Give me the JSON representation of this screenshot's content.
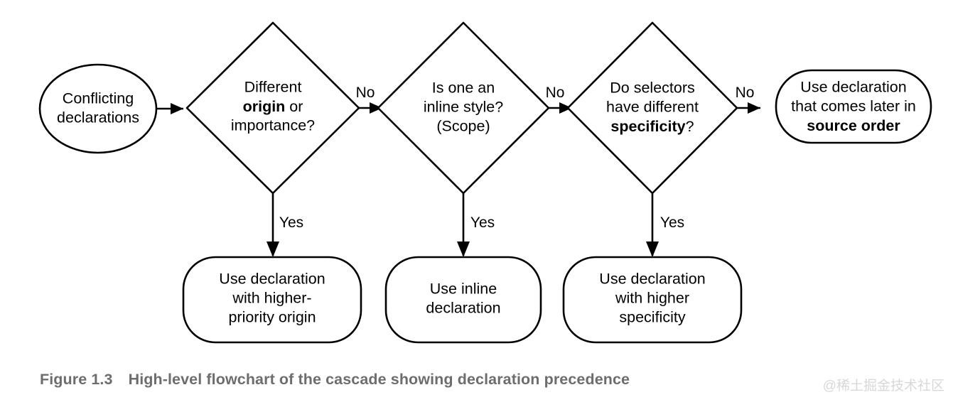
{
  "figure": {
    "caption_number": "Figure 1.3",
    "caption_text": "High-level flowchart of the cascade showing declaration precedence",
    "caption_color": "#6d6d6d",
    "watermark": "@稀土掘金技术社区",
    "watermark_color": "#d8d8d8",
    "stroke_color": "#000000",
    "fill_color": "#ffffff",
    "background": "#ffffff"
  },
  "chart_data": {
    "type": "diagram",
    "title": "High-level flowchart of the cascade showing declaration precedence",
    "nodes": [
      {
        "id": "start",
        "shape": "ellipse",
        "lines": [
          "Conflicting",
          "declarations"
        ]
      },
      {
        "id": "q1",
        "shape": "diamond",
        "lines": [
          "Different",
          "origin or",
          "importance?"
        ],
        "bold": [
          "origin"
        ]
      },
      {
        "id": "q2",
        "shape": "diamond",
        "lines": [
          "Is one an",
          "inline style?",
          "(Scope)"
        ],
        "bold": []
      },
      {
        "id": "q3",
        "shape": "diamond",
        "lines": [
          "Do selectors",
          "have different",
          "specificity?"
        ],
        "bold": [
          "specificity"
        ]
      },
      {
        "id": "end",
        "shape": "rounded-rect",
        "lines": [
          "Use declaration",
          "that comes later in",
          "source order"
        ],
        "bold": [
          "source order"
        ]
      },
      {
        "id": "a1",
        "shape": "rounded-rect",
        "lines": [
          "Use declaration",
          "with higher-",
          "priority origin"
        ],
        "bold": []
      },
      {
        "id": "a2",
        "shape": "rounded-rect",
        "lines": [
          "Use inline",
          "declaration"
        ],
        "bold": []
      },
      {
        "id": "a3",
        "shape": "rounded-rect",
        "lines": [
          "Use declaration",
          "with higher",
          "specificity"
        ],
        "bold": []
      }
    ],
    "edges": [
      {
        "from": "start",
        "to": "q1",
        "label": ""
      },
      {
        "from": "q1",
        "to": "q2",
        "label": "No"
      },
      {
        "from": "q2",
        "to": "q3",
        "label": "No"
      },
      {
        "from": "q3",
        "to": "end",
        "label": "No"
      },
      {
        "from": "q1",
        "to": "a1",
        "label": "Yes"
      },
      {
        "from": "q2",
        "to": "a2",
        "label": "Yes"
      },
      {
        "from": "q3",
        "to": "a3",
        "label": "Yes"
      }
    ]
  },
  "nodes": {
    "start": {
      "line1": "Conflicting",
      "line2": "declarations"
    },
    "q1": {
      "line1": "Different",
      "line2a": "origin",
      "line2b": " or",
      "line3": "importance?"
    },
    "q2": {
      "line1": "Is one an",
      "line2": "inline style?",
      "line3": "(Scope)"
    },
    "q3": {
      "line1": "Do selectors",
      "line2": "have different",
      "line3a": "specificity",
      "line3b": "?"
    },
    "end": {
      "line1": "Use declaration",
      "line2": "that comes later in",
      "line3": "source order"
    },
    "a1": {
      "line1": "Use declaration",
      "line2": "with higher-",
      "line3": "priority origin"
    },
    "a2": {
      "line1": "Use inline",
      "line2": "declaration"
    },
    "a3": {
      "line1": "Use declaration",
      "line2": "with higher",
      "line3": "specificity"
    }
  },
  "edge_labels": {
    "no1": "No",
    "no2": "No",
    "no3": "No",
    "yes1": "Yes",
    "yes2": "Yes",
    "yes3": "Yes"
  }
}
